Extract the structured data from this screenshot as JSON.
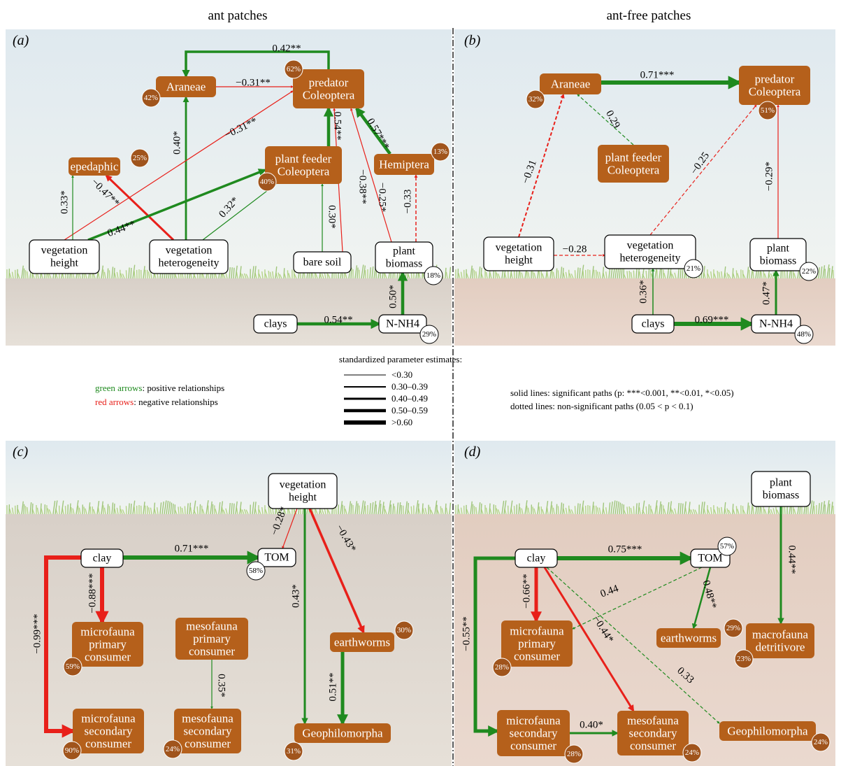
{
  "titles": {
    "left": "ant patches",
    "right": "ant-free patches"
  },
  "panels": {
    "a": {
      "label": "(a)"
    },
    "b": {
      "label": "(b)"
    },
    "c": {
      "label": "(c)"
    },
    "d": {
      "label": "(d)"
    }
  },
  "colors": {
    "positive": "#1f8a1f",
    "negative": "#e8201a",
    "node": "#b5601b"
  },
  "nodes": {
    "a": {
      "araneae": {
        "lines": [
          "Araneae"
        ],
        "pct": "42%"
      },
      "predator": {
        "lines": [
          "predator",
          "Coleoptera"
        ],
        "pct": "62%"
      },
      "epedaphic": {
        "lines": [
          "epedaphic"
        ],
        "pct": "25%"
      },
      "plantfeeder": {
        "lines": [
          "plant feeder",
          "Coleoptera"
        ],
        "pct": "40%"
      },
      "hemiptera": {
        "lines": [
          "Hemiptera"
        ],
        "pct": "13%"
      },
      "vegheight": {
        "lines": [
          "vegetation",
          "height"
        ]
      },
      "veghet": {
        "lines": [
          "vegetation",
          "heterogeneity"
        ]
      },
      "baresoil": {
        "lines": [
          "bare soil"
        ]
      },
      "plantbiomass": {
        "lines": [
          "plant",
          "biomass"
        ],
        "pct": "18%"
      },
      "clays": {
        "lines": [
          "clays"
        ]
      },
      "nnh4": {
        "lines": [
          "N-NH4"
        ],
        "pct": "29%"
      }
    },
    "b": {
      "araneae": {
        "lines": [
          "Araneae"
        ],
        "pct": "32%"
      },
      "predator": {
        "lines": [
          "predator",
          "Coleoptera"
        ],
        "pct": "51%"
      },
      "plantfeeder": {
        "lines": [
          "plant feeder",
          "Coleoptera"
        ]
      },
      "vegheight": {
        "lines": [
          "vegetation",
          "height"
        ]
      },
      "veghet": {
        "lines": [
          "vegetation",
          "heterogeneity"
        ],
        "pct": "21%"
      },
      "plantbiomass": {
        "lines": [
          "plant",
          "biomass"
        ],
        "pct": "22%"
      },
      "clays": {
        "lines": [
          "clays"
        ]
      },
      "nnh4": {
        "lines": [
          "N-NH4"
        ],
        "pct": "48%"
      }
    },
    "c": {
      "vegheight": {
        "lines": [
          "vegetation",
          "height"
        ]
      },
      "clay": {
        "lines": [
          "clay"
        ]
      },
      "tom": {
        "lines": [
          "TOM"
        ],
        "pct": "58%"
      },
      "microprim": {
        "lines": [
          "microfauna",
          "primary",
          "consumer"
        ],
        "pct": "59%"
      },
      "mesoprim": {
        "lines": [
          "mesofauna",
          "primary",
          "consumer"
        ]
      },
      "earthworms": {
        "lines": [
          "earthworms"
        ],
        "pct": "30%"
      },
      "microsec": {
        "lines": [
          "microfauna",
          "secondary",
          "consumer"
        ],
        "pct": "90%"
      },
      "mesosec": {
        "lines": [
          "mesofauna",
          "secondary",
          "consumer"
        ],
        "pct": "24%"
      },
      "geo": {
        "lines": [
          "Geophilomorpha"
        ],
        "pct": "31%"
      }
    },
    "d": {
      "plantbiomass": {
        "lines": [
          "plant",
          "biomass"
        ]
      },
      "clay": {
        "lines": [
          "clay"
        ]
      },
      "tom": {
        "lines": [
          "TOM"
        ],
        "pct": "57%"
      },
      "microprim": {
        "lines": [
          "microfauna",
          "primary",
          "consumer"
        ],
        "pct": "28%"
      },
      "earthworms": {
        "lines": [
          "earthworms"
        ],
        "pct": "29%"
      },
      "macro": {
        "lines": [
          "macrofauna",
          "detritivore"
        ],
        "pct": "23%"
      },
      "microsec": {
        "lines": [
          "microfauna",
          "secondary",
          "consumer"
        ],
        "pct": "28%"
      },
      "mesosec": {
        "lines": [
          "mesofauna",
          "secondary",
          "consumer"
        ],
        "pct": "24%"
      },
      "geo": {
        "lines": [
          "Geophilomorpha"
        ],
        "pct": "24%"
      }
    }
  },
  "paths": {
    "a": [
      {
        "from": "predator",
        "to": "araneae",
        "sign": "positive",
        "label": "0.42**",
        "sig": true
      },
      {
        "from": "araneae",
        "to": "predator",
        "sign": "negative",
        "label": "−0.31**",
        "sig": true
      },
      {
        "from": "veghet",
        "to": "araneae",
        "sign": "positive",
        "label": "0.40*",
        "sig": true
      },
      {
        "from": "vegheight",
        "to": "predator",
        "sign": "negative",
        "label": "−0.31**",
        "sig": true
      },
      {
        "from": "plantfeeder",
        "to": "predator",
        "sign": "positive",
        "label": "0.54**",
        "sig": true
      },
      {
        "from": "hemiptera",
        "to": "predator",
        "sign": "positive",
        "label": "0.57***",
        "sig": true
      },
      {
        "from": "baresoil",
        "to": "predator",
        "sign": "negative",
        "label": "−0.38**",
        "sig": true
      },
      {
        "from": "plantbiomass",
        "to": "predator",
        "sign": "negative",
        "label": "−0.25*",
        "sig": true
      },
      {
        "from": "plantbiomass",
        "to": "hemiptera",
        "sign": "negative",
        "label": "−0.33",
        "sig": false
      },
      {
        "from": "vegheight",
        "to": "epedaphic",
        "sign": "positive",
        "label": "0.33*",
        "sig": true
      },
      {
        "from": "veghet",
        "to": "epedaphic",
        "sign": "negative",
        "label": "−0.47**",
        "sig": true
      },
      {
        "from": "vegheight",
        "to": "plantfeeder",
        "sign": "positive",
        "label": "0.44**",
        "sig": true
      },
      {
        "from": "veghet",
        "to": "plantfeeder",
        "sign": "positive",
        "label": "0.32*",
        "sig": true
      },
      {
        "from": "baresoil",
        "to": "plantfeeder",
        "sign": "positive",
        "label": "0.30*",
        "sig": true
      },
      {
        "from": "clays",
        "to": "nnh4",
        "sign": "positive",
        "label": "0.54**",
        "sig": true
      },
      {
        "from": "nnh4",
        "to": "plantbiomass",
        "sign": "positive",
        "label": "0.50*",
        "sig": true
      }
    ],
    "b": [
      {
        "from": "araneae",
        "to": "predator",
        "sign": "positive",
        "label": "0.71***",
        "sig": true
      },
      {
        "from": "plantfeeder",
        "to": "araneae",
        "sign": "positive",
        "label": "0.29",
        "sig": false
      },
      {
        "from": "vegheight",
        "to": "araneae",
        "sign": "negative",
        "label": "−0.31",
        "sig": false
      },
      {
        "from": "veghet",
        "to": "predator",
        "sign": "negative",
        "label": "−0.25",
        "sig": false
      },
      {
        "from": "plantbiomass",
        "to": "predator",
        "sign": "negative",
        "label": "−0.29*",
        "sig": true
      },
      {
        "from": "vegheight",
        "to": "veghet",
        "sign": "negative",
        "label": "−0.28",
        "sig": false
      },
      {
        "from": "clays",
        "to": "veghet",
        "sign": "positive",
        "label": "0.36*",
        "sig": true
      },
      {
        "from": "clays",
        "to": "nnh4",
        "sign": "positive",
        "label": "0.69***",
        "sig": true
      },
      {
        "from": "nnh4",
        "to": "plantbiomass",
        "sign": "positive",
        "label": "0.47*",
        "sig": true
      }
    ],
    "c": [
      {
        "from": "vegheight",
        "to": "tom",
        "sign": "negative",
        "label": "−0.28*",
        "sig": true
      },
      {
        "from": "vegheight",
        "to": "earthworms",
        "sign": "negative",
        "label": "−0.43*",
        "sig": true
      },
      {
        "from": "vegheight",
        "to": "geo",
        "sign": "positive",
        "label": "0.43*",
        "sig": true
      },
      {
        "from": "clay",
        "to": "tom",
        "sign": "positive",
        "label": "0.71***",
        "sig": true
      },
      {
        "from": "clay",
        "to": "microprim",
        "sign": "negative",
        "label": "−0.88***",
        "sig": true
      },
      {
        "from": "clay",
        "to": "microsec",
        "sign": "negative",
        "label": "−0.99***",
        "sig": true
      },
      {
        "from": "mesoprim",
        "to": "mesosec",
        "sign": "positive",
        "label": "0.35*",
        "sig": true
      },
      {
        "from": "earthworms",
        "to": "geo",
        "sign": "positive",
        "label": "0.51**",
        "sig": true
      }
    ],
    "d": [
      {
        "from": "clay",
        "to": "tom",
        "sign": "positive",
        "label": "0.75***",
        "sig": true
      },
      {
        "from": "clay",
        "to": "microprim",
        "sign": "negative",
        "label": "−0.66**",
        "sig": true
      },
      {
        "from": "clay",
        "to": "mesosec",
        "sign": "negative",
        "label": "−0.44*",
        "sig": true
      },
      {
        "from": "clay",
        "to": "geo",
        "sign": "positive",
        "label": "0.33",
        "sig": false
      },
      {
        "from": "clay",
        "to": "microsec",
        "sign": "positive",
        "label": "−0.55**",
        "sig": true
      },
      {
        "from": "tom",
        "to": "microprim",
        "sign": "positive",
        "label": "0.44",
        "sig": false
      },
      {
        "from": "tom",
        "to": "earthworms",
        "sign": "positive",
        "label": "0.48**",
        "sig": true
      },
      {
        "from": "plantbiomass",
        "to": "macro",
        "sign": "positive",
        "label": "0.44**",
        "sig": true
      },
      {
        "from": "microsec",
        "to": "mesosec",
        "sign": "positive",
        "label": "0.40*",
        "sig": true
      }
    ]
  },
  "legend": {
    "title": "standardized parameter estimates:",
    "widths": [
      "<0.30",
      "0.30–0.39",
      "0.40–0.49",
      "0.50–0.59",
      ">0.60"
    ],
    "green_key": "green arrows",
    "green_text": ": positive relationships",
    "red_key": "red arrows",
    "red_text": ": negative relationships",
    "solid": "solid lines: significant paths (p: ***<0.001, **<0.01, *<0.05)",
    "dotted": "dotted lines: non-significant paths (0.05 < p < 0.1)"
  }
}
